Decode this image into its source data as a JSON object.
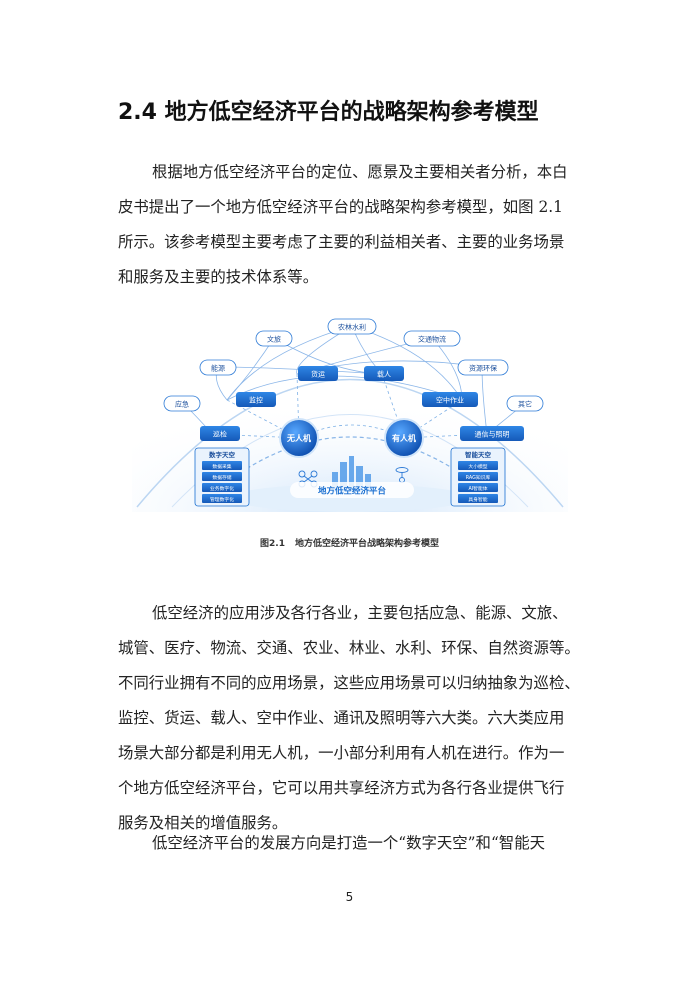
{
  "section": {
    "title": "2.4  地方低空经济平台的战略架构参考模型"
  },
  "paragraphs": [
    {
      "lines": [
        "根据地方低空经济平台的定位、愿景及主要相关者分析，本白",
        "皮书提出了一个地方低空经济平台的战略架构参考模型，如图 2.1",
        "所示。该参考模型主要考虑了主要的利益相关者、主要的业务场景",
        "和服务及主要的技术体系等。"
      ]
    },
    {
      "lines": [
        "低空经济的应用涉及各行各业，主要包括应急、能源、文旅、",
        "城管、医疗、物流、交通、农业、林业、水利、环保、自然资源等。",
        "不同行业拥有不同的应用场景，这些应用场景可以归纳抽象为巡检、",
        "监控、货运、载人、空中作业、通讯及照明等六大类。六大类应用",
        "场景大部分都是利用无人机，一小部分利用有人机在进行。作为一",
        "个地方低空经济平台，它可以用共享经济方式为各行各业提供飞行",
        "服务及相关的增值服务。"
      ]
    },
    {
      "lines": [
        "低空经济平台的发展方向是打造一个“数字天空”和“智能天"
      ]
    }
  ],
  "figure": {
    "industries": [
      "农林水利",
      "文旅",
      "交通物流",
      "能源",
      "资源环保",
      "应急",
      "其它"
    ],
    "scenarios": [
      "货运",
      "载人",
      "监控",
      "空中作业",
      "巡检",
      "通信与照明"
    ],
    "hubs": {
      "unmanned": "无人机",
      "manned": "有人机"
    },
    "platform_label": "地方低空经济平台",
    "digital_sky": {
      "title": "数字天空",
      "items": [
        "数据采集",
        "数据存储",
        "业务数字化",
        "管理数字化"
      ]
    },
    "smart_sky": {
      "title": "智能天空",
      "items": [
        "大小模型",
        "RAG知识库",
        "AI智能体",
        "具身智能"
      ]
    },
    "caption_number": "图2.1",
    "caption_text": "地方低空经济平台战略架构参考模型",
    "colors": {
      "primary": "#1a6fd1",
      "light": "#dbeafb",
      "node_text": "#1b4f9c"
    }
  },
  "page_number": "5"
}
